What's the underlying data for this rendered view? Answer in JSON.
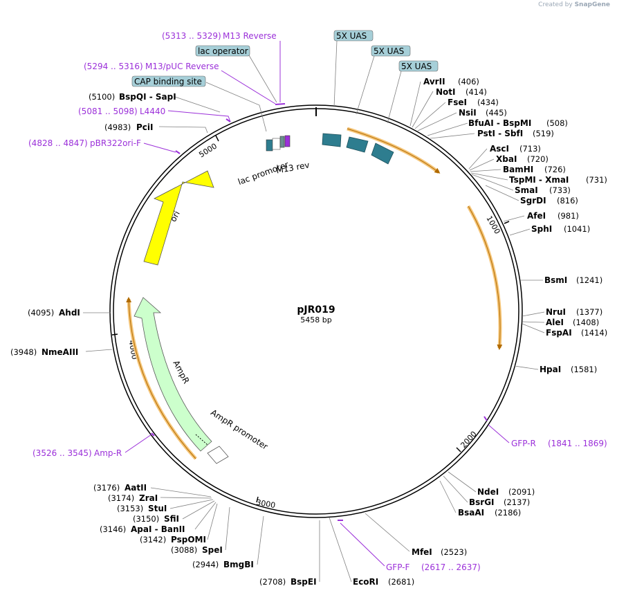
{
  "credit": {
    "prefix": "Created by",
    "brand": "SnapGene"
  },
  "plasmid": {
    "name": "pJR019",
    "size": "5458 bp"
  },
  "ticks": [
    "1000",
    "2000",
    "3000",
    "4000",
    "5000"
  ],
  "features": {
    "ori": "ori",
    "ampr": "AmpR",
    "ampr_promoter": "AmpR promoter",
    "lac_promoter": "lac promoter",
    "m13_rev": "M13 rev"
  },
  "boxed_labels": [
    "5X UAS",
    "5X UAS",
    "5X UAS",
    "lac operator",
    "CAP binding site"
  ],
  "primers": [
    {
      "range": "(5313 .. 5329)",
      "name": "M13 Reverse"
    },
    {
      "range": "(5294 .. 5316)",
      "name": "M13/pUC Reverse"
    },
    {
      "range": "(5081 .. 5098)",
      "name": "L4440"
    },
    {
      "range": "(4828 .. 4847)",
      "name": "pBR322ori-F"
    },
    {
      "range": "(3526 .. 3545)",
      "name": "Amp-R"
    },
    {
      "name": "GFP-R",
      "range": "(1841 .. 1869)"
    },
    {
      "name": "GFP-F",
      "range": "(2617 .. 2637)"
    }
  ],
  "enzymes_right": [
    {
      "name": "AvrII",
      "pos": "(406)"
    },
    {
      "name": "NotI",
      "pos": "(414)"
    },
    {
      "name": "FseI",
      "pos": "(434)"
    },
    {
      "name": "NsiI",
      "pos": "(445)"
    },
    {
      "name": "BfuAI  -  BspMI",
      "pos": "(508)"
    },
    {
      "name": "PstI  -  SbfI",
      "pos": "(519)"
    },
    {
      "name": "AscI",
      "pos": "(713)"
    },
    {
      "name": "XbaI",
      "pos": "(720)"
    },
    {
      "name": "BamHI",
      "pos": "(726)"
    },
    {
      "name": "TspMI  -  XmaI",
      "pos": "(731)"
    },
    {
      "name": "SmaI",
      "pos": "(733)"
    },
    {
      "name": "SgrDI",
      "pos": "(816)"
    },
    {
      "name": "AfeI",
      "pos": "(981)"
    },
    {
      "name": "SphI",
      "pos": "(1041)"
    },
    {
      "name": "BsmI",
      "pos": "(1241)"
    },
    {
      "name": "NruI",
      "pos": "(1377)"
    },
    {
      "name": "AleI",
      "pos": "(1408)"
    },
    {
      "name": "FspAI",
      "pos": "(1414)"
    },
    {
      "name": "HpaI",
      "pos": "(1581)"
    },
    {
      "name": "NdeI",
      "pos": "(2091)"
    },
    {
      "name": "BsrGI",
      "pos": "(2137)"
    },
    {
      "name": "BsaAI",
      "pos": "(2186)"
    },
    {
      "name": "MfeI",
      "pos": "(2523)"
    },
    {
      "name": "EcoRI",
      "pos": "(2681)"
    }
  ],
  "enzymes_left": [
    {
      "pos": "(5100)",
      "name": "BspQI  -  SapI"
    },
    {
      "pos": "(4983)",
      "name": "PciI"
    },
    {
      "pos": "(4095)",
      "name": "AhdI"
    },
    {
      "pos": "(3948)",
      "name": "NmeAIII"
    },
    {
      "pos": "(3176)",
      "name": "AatII"
    },
    {
      "pos": "(3174)",
      "name": "ZraI"
    },
    {
      "pos": "(3153)",
      "name": "StuI"
    },
    {
      "pos": "(3150)",
      "name": "SfiI"
    },
    {
      "pos": "(3146)",
      "name": "ApaI  -  BanII"
    },
    {
      "pos": "(3142)",
      "name": "PspOMI"
    },
    {
      "pos": "(3088)",
      "name": "SpeI"
    },
    {
      "pos": "(2944)",
      "name": "BmgBI"
    },
    {
      "pos": "(2708)",
      "name": "BspEI"
    }
  ],
  "colors": {
    "ori": "#ffff00",
    "ampr": "#ccffcc",
    "uas": "#2e7d8f",
    "orf_orange": "#f5c578",
    "primer": "#9b30d9",
    "boxed": "#a6cfd8"
  }
}
